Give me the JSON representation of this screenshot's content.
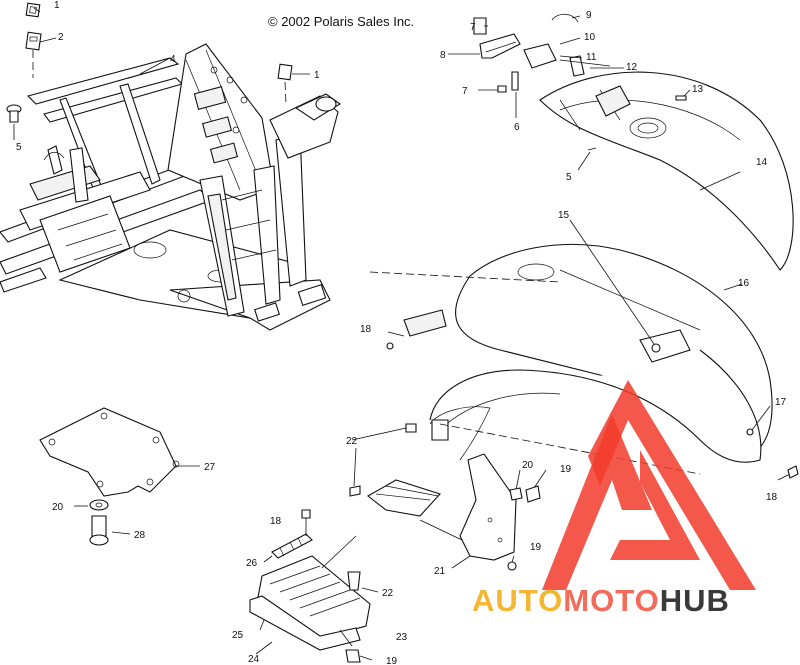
{
  "header": {
    "copyright": "© 2002 Polaris Sales Inc."
  },
  "watermark": {
    "part1": "AUTO",
    "part2": "MOTO",
    "part3": "HUB",
    "colors": {
      "auto": "#f5b733",
      "moto": "#f46b5a",
      "hub": "#3a3a3a",
      "logo": "#f23b2b"
    }
  },
  "callouts": [
    {
      "id": "c1a",
      "text": "1"
    },
    {
      "id": "c2",
      "text": "2"
    },
    {
      "id": "c4",
      "text": "4"
    },
    {
      "id": "c1b",
      "text": "1"
    },
    {
      "id": "c5a",
      "text": "5"
    },
    {
      "id": "c7a",
      "text": "7"
    },
    {
      "id": "c9",
      "text": "9"
    },
    {
      "id": "c8",
      "text": "8"
    },
    {
      "id": "c10",
      "text": "10"
    },
    {
      "id": "c11",
      "text": "11"
    },
    {
      "id": "c12",
      "text": "12"
    },
    {
      "id": "c7b",
      "text": "7"
    },
    {
      "id": "c6",
      "text": "6"
    },
    {
      "id": "c13",
      "text": "13"
    },
    {
      "id": "c5b",
      "text": "5"
    },
    {
      "id": "c14",
      "text": "14"
    },
    {
      "id": "c15",
      "text": "15"
    },
    {
      "id": "c16",
      "text": "16"
    },
    {
      "id": "c18a",
      "text": "18"
    },
    {
      "id": "c17",
      "text": "17"
    },
    {
      "id": "c18b",
      "text": "18"
    },
    {
      "id": "c22a",
      "text": "22"
    },
    {
      "id": "c20a",
      "text": "20"
    },
    {
      "id": "c19a",
      "text": "19"
    },
    {
      "id": "c27",
      "text": "27"
    },
    {
      "id": "c20b",
      "text": "20"
    },
    {
      "id": "c28",
      "text": "28"
    },
    {
      "id": "c18c",
      "text": "18"
    },
    {
      "id": "c26",
      "text": "26"
    },
    {
      "id": "c19b",
      "text": "19"
    },
    {
      "id": "c21",
      "text": "21"
    },
    {
      "id": "c22b",
      "text": "22"
    },
    {
      "id": "c25",
      "text": "25"
    },
    {
      "id": "c23",
      "text": "23"
    },
    {
      "id": "c24",
      "text": "24"
    },
    {
      "id": "c19c",
      "text": "19"
    }
  ]
}
